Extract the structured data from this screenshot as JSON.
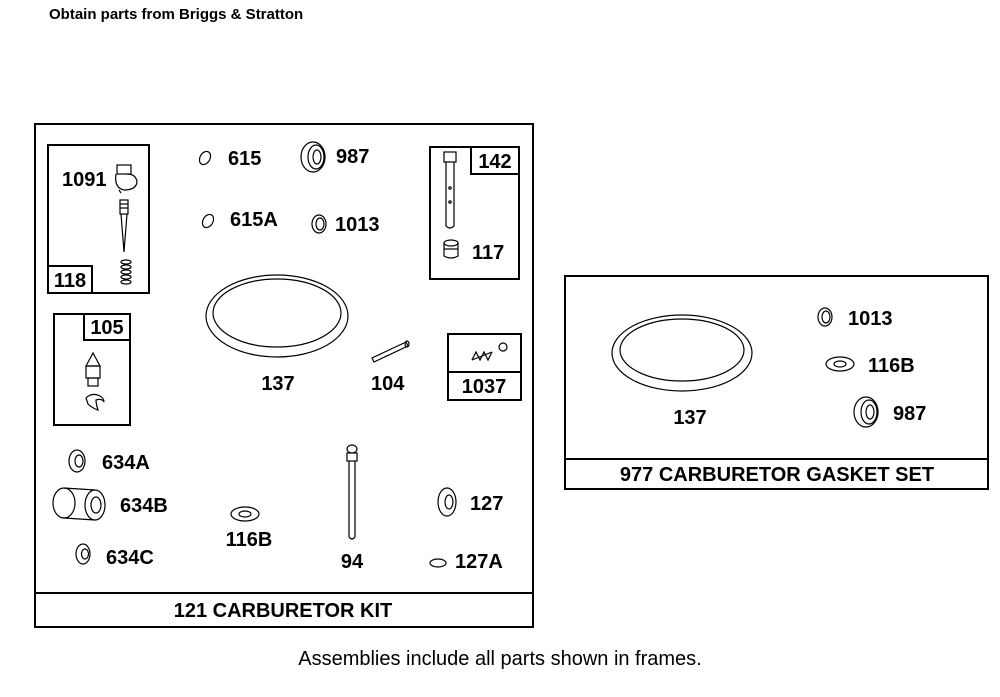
{
  "header": {
    "text": "Obtain parts from Briggs & Stratton"
  },
  "footer": {
    "text": "Assemblies include all parts shown in frames."
  },
  "kits": {
    "carburetor_kit": {
      "title": "121 CARBURETOR KIT"
    },
    "gasket_set": {
      "title": "977 CARBURETOR GASKET SET"
    }
  },
  "sub_assemblies": {
    "a118": "118",
    "a142": "142",
    "a105": "105",
    "a1037": "1037"
  },
  "part_labels": {
    "p1091": "1091",
    "p615": "615",
    "p987": "987",
    "p615A": "615A",
    "p1013": "1013",
    "p117": "117",
    "p137": "137",
    "p104": "104",
    "p634A": "634A",
    "p634B": "634B",
    "p634C": "634C",
    "p116B": "116B",
    "p94": "94",
    "p127": "127",
    "p127A": "127A",
    "g1013": "1013",
    "g116B": "116B",
    "g137": "137",
    "g987": "987"
  }
}
